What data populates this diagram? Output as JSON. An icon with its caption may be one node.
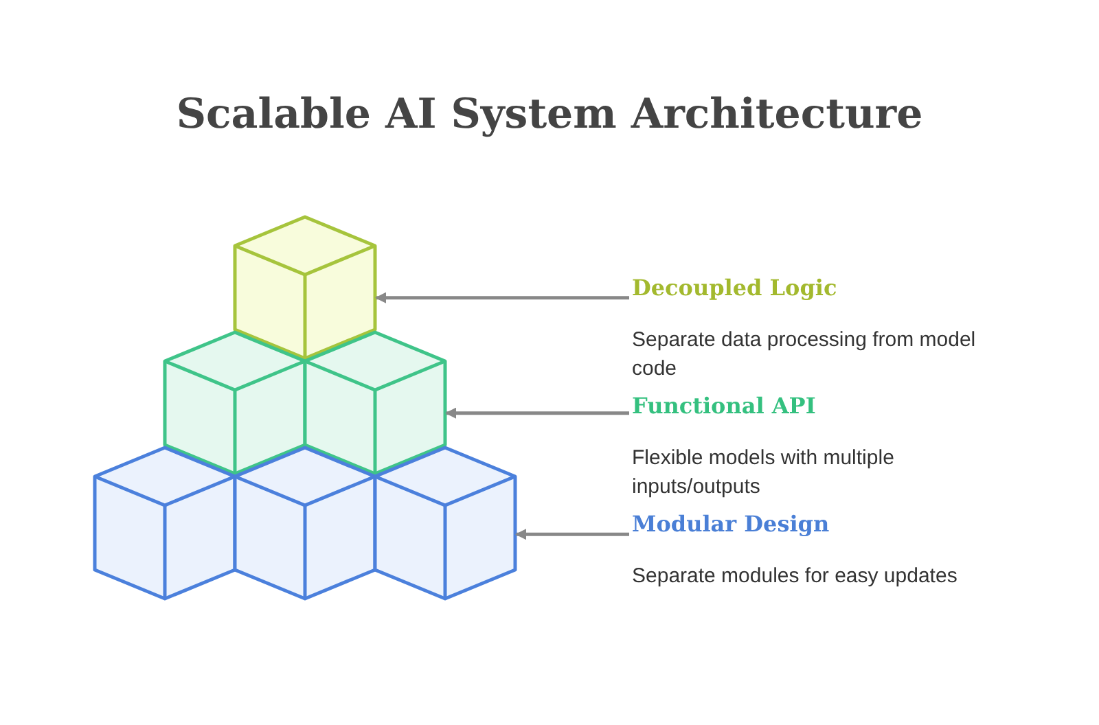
{
  "diagram": {
    "title": "Scalable AI System Architecture",
    "nodes": [
      {
        "text": [],
        "shape": "cube"
      },
      {
        "text": [],
        "shape": "cube"
      },
      {
        "text": [],
        "shape": "cube"
      },
      {
        "text": [],
        "shape": "cube"
      },
      {
        "text": [],
        "shape": "cube"
      },
      {
        "text": [],
        "shape": "cube"
      },
      {
        "text": [
          "Decoupled Logic",
          "Separate data processing from model code"
        ]
      },
      {
        "text": [
          "Functional API",
          "Flexible models with multiple inputs/outputs"
        ]
      },
      {
        "text": [
          "Modular Design",
          "Separate modules for easy updates"
        ]
      }
    ],
    "edges": [
      {
        "from": 6,
        "to": 0,
        "arrow": "to"
      },
      {
        "from": 7,
        "to": 2,
        "arrow": "to"
      },
      {
        "from": 8,
        "to": 5,
        "arrow": "to"
      }
    ]
  }
}
